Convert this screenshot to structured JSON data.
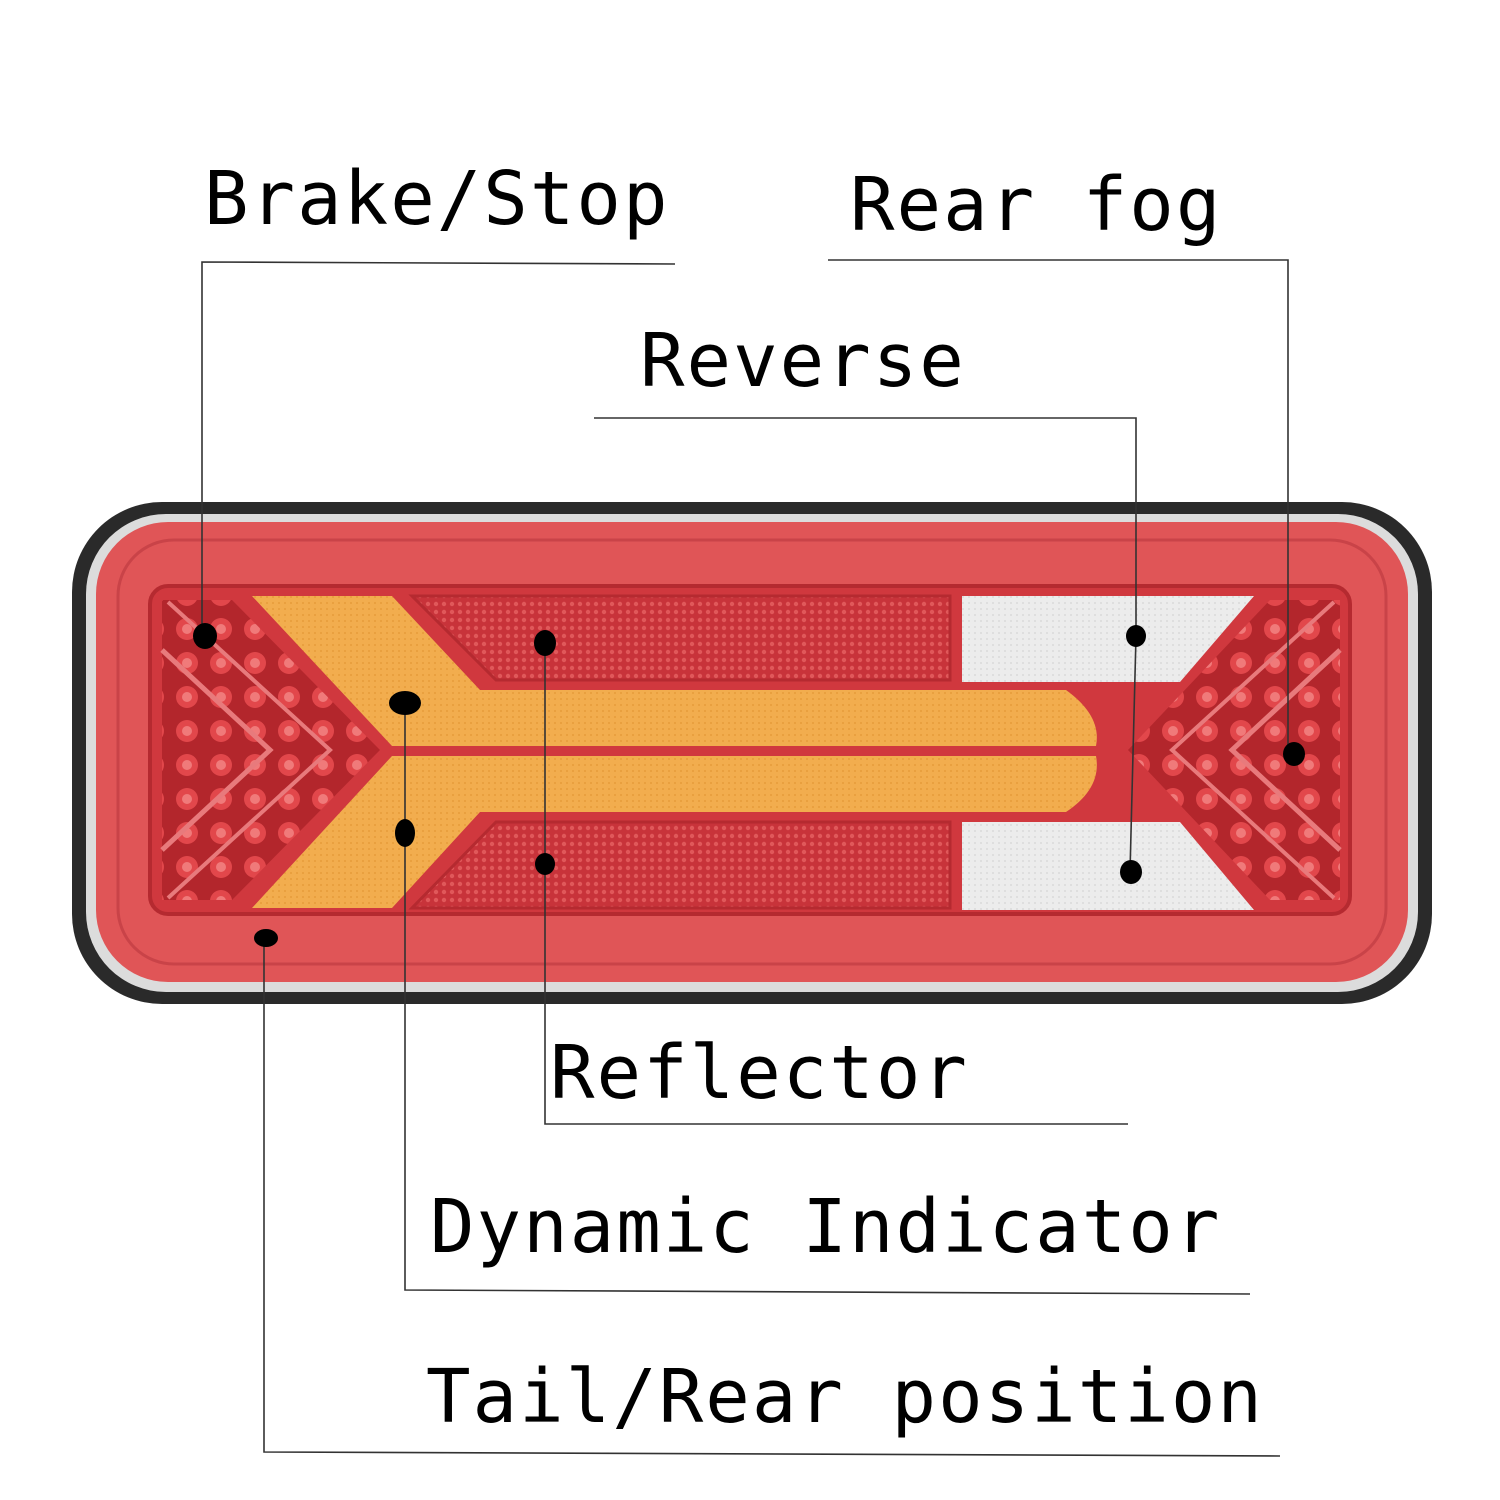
{
  "labels": {
    "brake_stop": "Brake/Stop",
    "rear_fog": "Rear fog",
    "reverse": "Reverse",
    "reflector": "Reflector",
    "dynamic_indicator": "Dynamic Indicator",
    "tail_rear_position": "Tail/Rear position"
  },
  "colors": {
    "housing": "#2a2a2a",
    "lens_red": "#e05557",
    "inner_red": "#c8333a",
    "amber": "#f2ad4e",
    "reverse_white": "#ececec",
    "leader_line": "#333333",
    "marker_dot": "#000000"
  }
}
